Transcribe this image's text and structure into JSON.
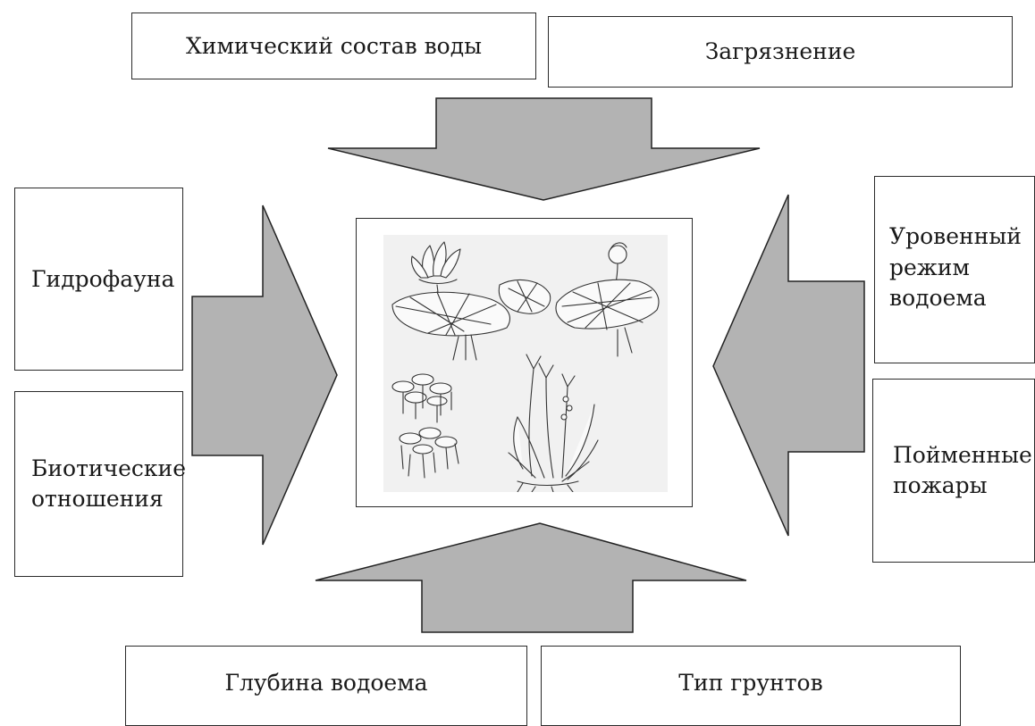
{
  "factors": {
    "top_left": "Химический состав воды",
    "top_right": "Загрязнение",
    "left_top": "Гидрофауна",
    "left_bottom": "Биотические\nотношения",
    "right_top": "Уровенный\nрежим\n водоема",
    "right_bottom": "Пойменные\nпожары",
    "bottom_left": "Глубина водоема",
    "bottom_right": "Тип грунтов"
  },
  "colors": {
    "arrow_fill": "#b3b3b3",
    "outline": "#222222",
    "illustration_bg": "#f1f1f1"
  },
  "illustration": {
    "subjects": [
      "water-lily",
      "yellow-water-lily",
      "floating-duckweed",
      "arrowhead-plant"
    ]
  }
}
